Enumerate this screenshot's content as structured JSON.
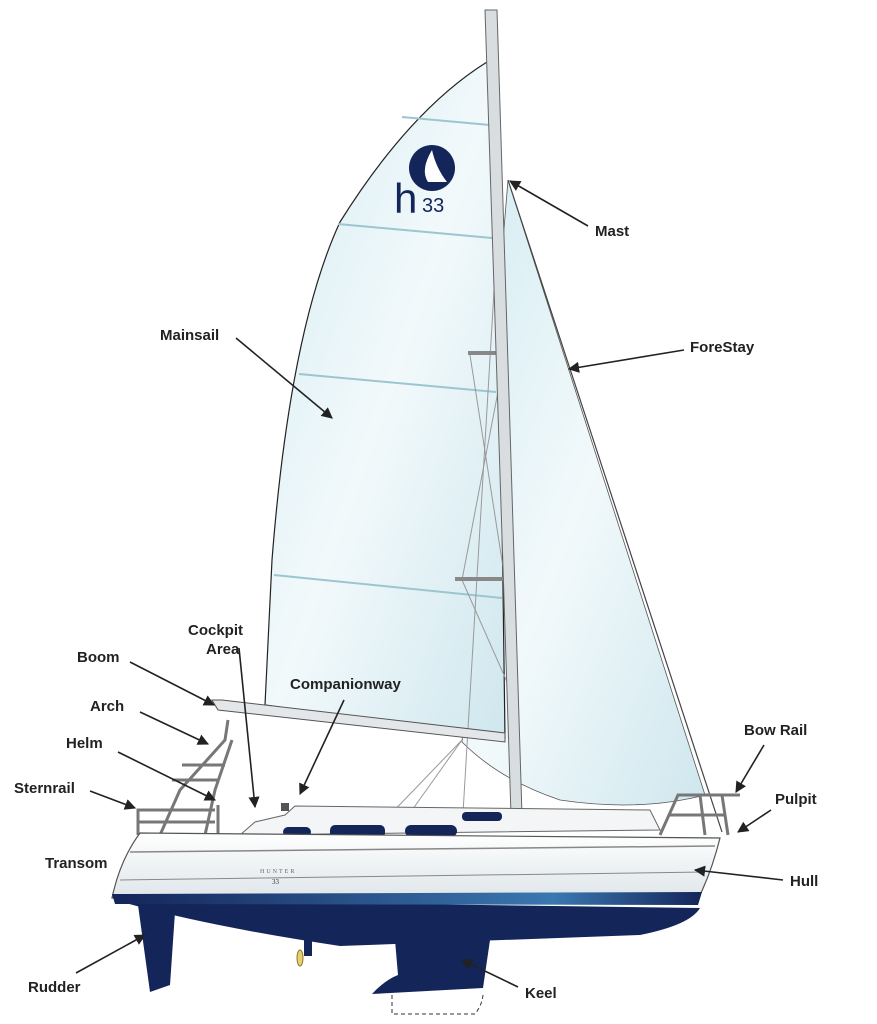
{
  "title": "Sailboat parts diagram",
  "logo": {
    "brand_letter": "h",
    "model": "33"
  },
  "hull_text": {
    "brand": "HUNTER",
    "model": "33"
  },
  "labels": {
    "mast": "Mast",
    "forestay": "ForeStay",
    "mainsail": "Mainsail",
    "cockpit_line1": "Cockpit",
    "cockpit_line2": "Area",
    "companionway": "Companionway",
    "boom": "Boom",
    "arch": "Arch",
    "helm": "Helm",
    "sternrail": "Sternrail",
    "transom": "Transom",
    "rudder": "Rudder",
    "keel": "Keel",
    "hull": "Hull",
    "pulpit": "Pulpit",
    "bow_rail": "Bow Rail"
  },
  "colors": {
    "navy": "#14255a",
    "sail": "#dff0f5",
    "stripe": "#2a5a9a"
  }
}
